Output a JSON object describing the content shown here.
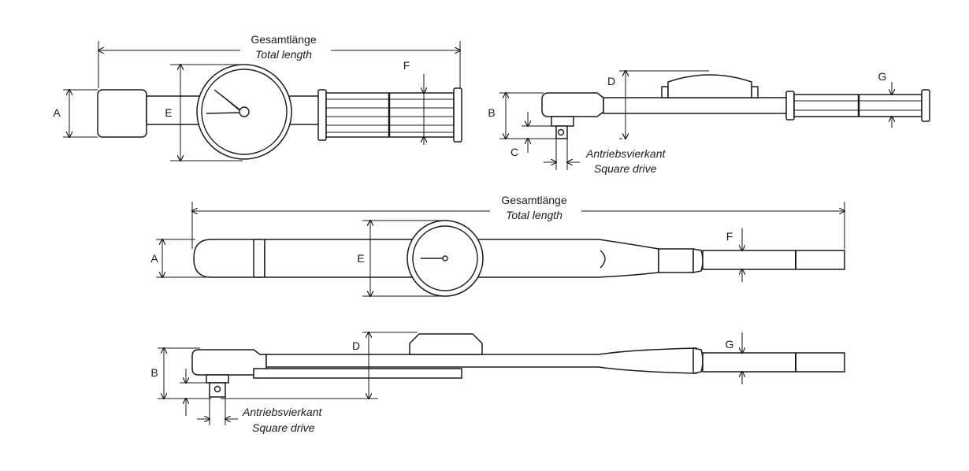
{
  "labels": {
    "total_length_de": "Gesamtlänge",
    "total_length_en": "Total length",
    "square_drive_de": "Antriebsvierkant",
    "square_drive_en": "Square drive",
    "A": "A",
    "B": "B",
    "C": "C",
    "D": "D",
    "E": "E",
    "F": "F",
    "G": "G"
  },
  "colors": {
    "line": "#1a1a1a",
    "background": "#ffffff"
  }
}
